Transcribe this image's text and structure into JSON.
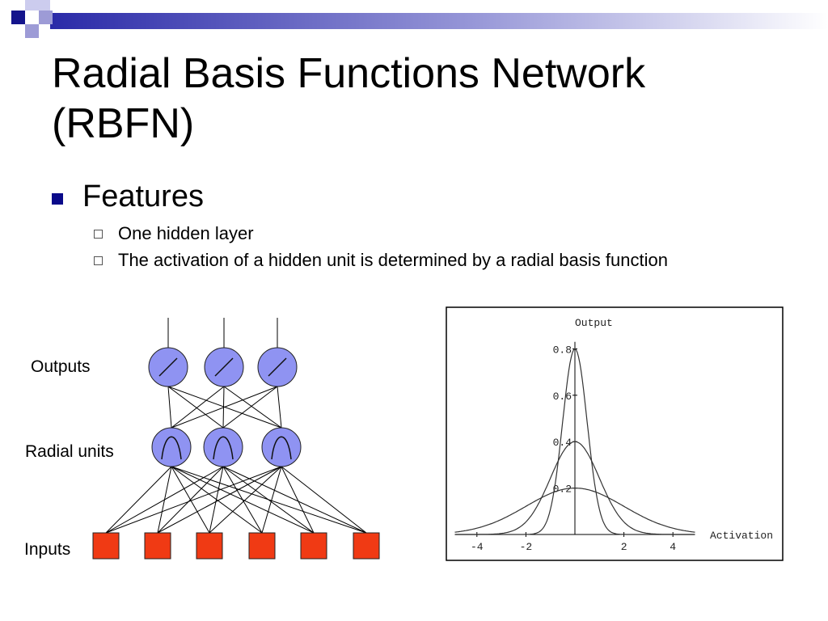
{
  "slide": {
    "title": "Radial Basis Functions Network (RBFN)",
    "bullet": "Features",
    "subbullets": [
      "One hidden layer",
      "The activation of a hidden unit is determined by a radial basis function"
    ]
  },
  "network": {
    "labels": {
      "outputs": "Outputs",
      "radial_units": "Radial units",
      "inputs": "Inputs"
    },
    "input_count": 6,
    "radial_count": 3,
    "output_count": 3,
    "colors": {
      "unit_fill": "#8f93f2",
      "input_fill": "#f03a14",
      "line": "#000000"
    }
  },
  "chart_data": {
    "type": "line",
    "title": "Output",
    "xlabel": "Activation",
    "ylabel": "",
    "xlim": [
      -4.9,
      4.9
    ],
    "ylim": [
      0,
      0.8
    ],
    "x_ticks": [
      "-4",
      "-2",
      "2",
      "4"
    ],
    "y_ticks": [
      "0.8",
      "0.6",
      "0.4",
      "0.2"
    ],
    "series": [
      {
        "function": "gaussian",
        "sigma": 0.5,
        "peak": 0.8
      },
      {
        "function": "gaussian",
        "sigma": 1.0,
        "peak": 0.4
      },
      {
        "function": "gaussian",
        "sigma": 2.0,
        "peak": 0.2
      }
    ]
  },
  "template_colors": {
    "square_dark": "#14148c",
    "square_light": "#9d9bd6",
    "band": "#3a3ab0"
  }
}
